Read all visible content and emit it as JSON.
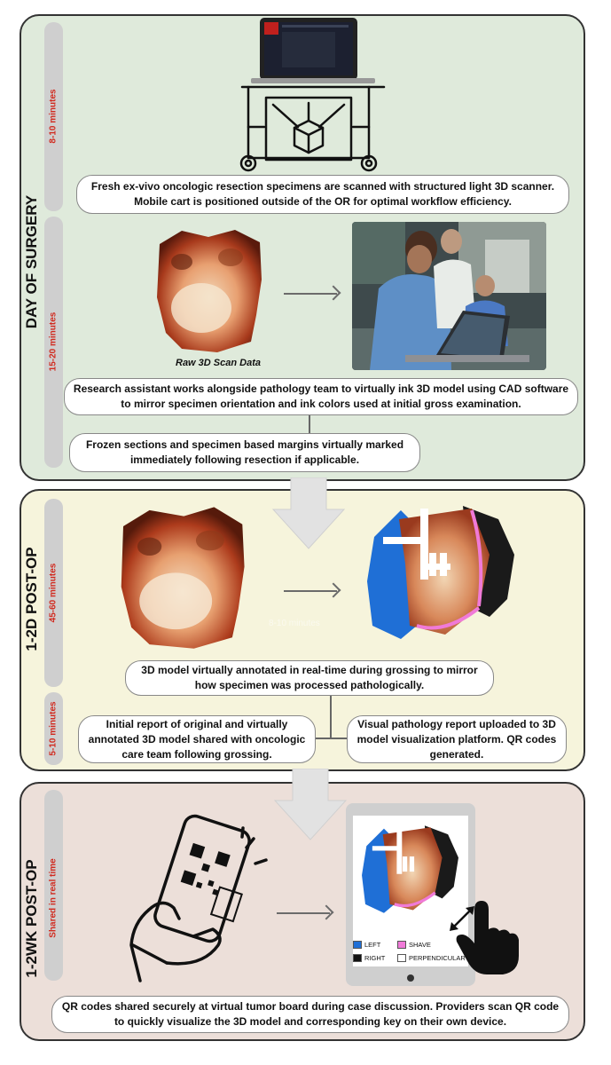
{
  "sections": {
    "day_of_surgery": "DAY OF SURGERY",
    "post_op_1_2d": "1-2D POST-OP",
    "post_op_1_2wk": "1-2WK POST-OP"
  },
  "durations": {
    "scan": "8-10 minutes",
    "ink": "15-20 minutes",
    "annotate": "45-60 minutes",
    "report": "5-10 minutes",
    "share": "Shared in real time"
  },
  "steps": {
    "scan": "Fresh ex-vivo oncologic resection specimens are scanned with structured light 3D scanner. Mobile cart is positioned outside of the OR for optimal workflow efficiency.",
    "ink": "Research assistant works alongside pathology team to virtually ink 3D model using CAD software to mirror specimen orientation and ink colors used at initial gross examination.",
    "frozen": "Frozen sections and specimen based margins virtually marked immediately following resection if applicable.",
    "annotate": "3D model virtually annotated in real-time during grossing to mirror how specimen was processed pathologically.",
    "initial_report": "Initial report of original and virtually annotated 3D model  shared with oncologic care team following grossing.",
    "visual_report": "Visual pathology report uploaded to 3D model visualization platform. QR codes generated.",
    "tumor_board": "QR codes shared securely at virtual tumor board during case discussion. Providers scan QR code to quickly visualize the 3D model and corresponding key on their own device."
  },
  "captions": {
    "raw_scan": "Raw 3D Scan Data",
    "ghost": "8-10 minutes"
  },
  "legend": [
    {
      "label": "LEFT",
      "color": "#1f6fd6"
    },
    {
      "label": "SHAVE",
      "color": "#f07ad8"
    },
    {
      "label": "RIGHT",
      "color": "#111111"
    },
    {
      "label": "PERPENDICULAR",
      "color": "#ffffff"
    }
  ],
  "colors": {
    "duration_red": "#d12a1f",
    "panel1": "#dfeadb",
    "panel2": "#f6f4dc",
    "panel3": "#ecdfd9"
  }
}
